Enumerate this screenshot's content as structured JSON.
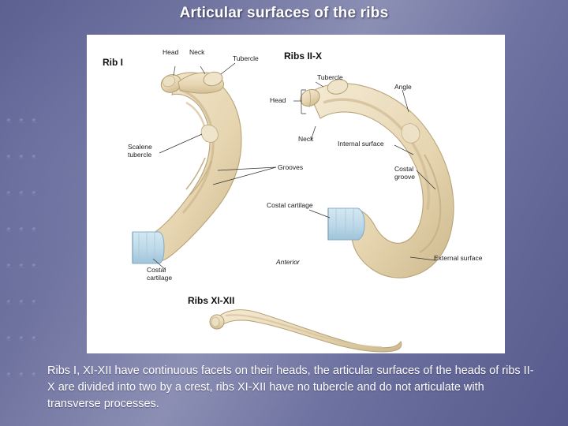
{
  "slide": {
    "title": "Articular surfaces of the ribs",
    "caption": "Ribs I, XI-XII have continuous facets on their heads, the articular surfaces of the heads of ribs II-X are divided into two by a crest, ribs XI-XII have no tubercle and do not articulate with transverse processes."
  },
  "figure": {
    "panels": [
      {
        "id": "rib-i",
        "label": "Rib I"
      },
      {
        "id": "ribs-ii-x",
        "label": "Ribs II-X"
      },
      {
        "id": "ribs-xi-xii",
        "label": "Ribs XI-XII"
      }
    ],
    "annotations_rib_i": [
      {
        "id": "head",
        "text": "Head"
      },
      {
        "id": "neck",
        "text": "Neck"
      },
      {
        "id": "tubercle",
        "text": "Tubercle"
      },
      {
        "id": "scalene-tubercle",
        "text": "Scalene\ntubercle",
        "line1": "Scalene",
        "line2": "tubercle"
      },
      {
        "id": "grooves",
        "text": "Grooves"
      },
      {
        "id": "costal-cartilage",
        "line1": "Costal",
        "line2": "cartilage"
      }
    ],
    "annotations_ribs_ii_x": [
      {
        "id": "tubercle",
        "text": "Tubercle"
      },
      {
        "id": "head",
        "text": "Head"
      },
      {
        "id": "neck",
        "text": "Neck"
      },
      {
        "id": "angle",
        "text": "Angle"
      },
      {
        "id": "internal-surface",
        "text": "Internal surface"
      },
      {
        "id": "costal-groove",
        "line1": "Costal",
        "line2": "groove"
      },
      {
        "id": "costal-cartilage",
        "text": "Costal cartilage"
      },
      {
        "id": "anterior",
        "text": "Anterior"
      },
      {
        "id": "external-surface",
        "text": "External surface"
      }
    ]
  },
  "colors": {
    "bone": "#e8d9b9",
    "bone_shadow": "#cbb88f",
    "cartilage": "#bcd7e6",
    "cartilage_shadow": "#9cc0d6",
    "figure_bg": "#ffffff",
    "title_color": "#ffffff",
    "background": "#6b6f9c"
  }
}
